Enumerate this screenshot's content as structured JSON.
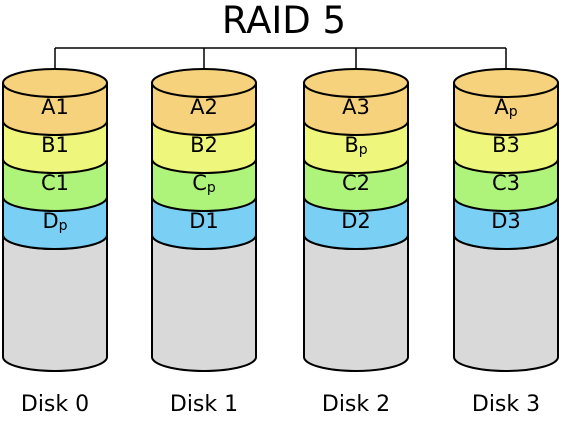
{
  "title": "RAID 5",
  "stripe_colors": {
    "A": "#f5d27b",
    "B": "#eef77c",
    "C": "#aef37a",
    "D": "#7acff5",
    "empty": "#d9d9d9"
  },
  "disks": [
    {
      "label": "Disk 0",
      "blocks": [
        {
          "stripe": "A",
          "letter": "A",
          "sub": "1"
        },
        {
          "stripe": "B",
          "letter": "B",
          "sub": "1"
        },
        {
          "stripe": "C",
          "letter": "C",
          "sub": "1"
        },
        {
          "stripe": "D",
          "letter": "D",
          "sub": "p"
        }
      ]
    },
    {
      "label": "Disk 1",
      "blocks": [
        {
          "stripe": "A",
          "letter": "A",
          "sub": "2"
        },
        {
          "stripe": "B",
          "letter": "B",
          "sub": "2"
        },
        {
          "stripe": "C",
          "letter": "C",
          "sub": "p"
        },
        {
          "stripe": "D",
          "letter": "D",
          "sub": "1"
        }
      ]
    },
    {
      "label": "Disk 2",
      "blocks": [
        {
          "stripe": "A",
          "letter": "A",
          "sub": "3"
        },
        {
          "stripe": "B",
          "letter": "B",
          "sub": "p"
        },
        {
          "stripe": "C",
          "letter": "C",
          "sub": "2"
        },
        {
          "stripe": "D",
          "letter": "D",
          "sub": "2"
        }
      ]
    },
    {
      "label": "Disk 3",
      "blocks": [
        {
          "stripe": "A",
          "letter": "A",
          "sub": "p"
        },
        {
          "stripe": "B",
          "letter": "B",
          "sub": "3"
        },
        {
          "stripe": "C",
          "letter": "C",
          "sub": "3"
        },
        {
          "stripe": "D",
          "letter": "D",
          "sub": "3"
        }
      ]
    }
  ]
}
